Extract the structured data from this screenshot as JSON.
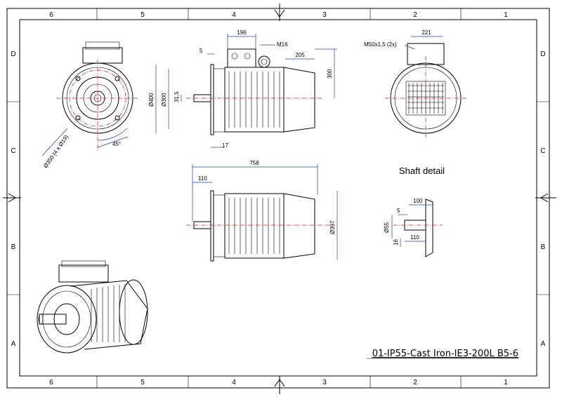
{
  "title_block": {
    "drawing_title": "01-IP55-Cast Iron-IE3-200L B5-6"
  },
  "zones": {
    "columns": [
      "6",
      "5",
      "4",
      "3",
      "2",
      "1"
    ],
    "rows": [
      "D",
      "C",
      "B",
      "A"
    ]
  },
  "views": {
    "shaft_detail_label": "Shaft detail"
  },
  "dimensions": {
    "top_196": "196",
    "m16": "M16",
    "d5": "5",
    "d205": "205",
    "d300_v": "300",
    "dia400": "Ø400",
    "dia300": "Ø300",
    "d31_5": "31,5",
    "d17": "17",
    "d221": "221",
    "m50": "M50x1,5 (2x)",
    "dia350": "Ø350 (4 x Ø19)",
    "deg45": "45°",
    "d758": "758",
    "d110_left": "110",
    "dia397": "Ø397",
    "sd_100": "100",
    "sd_5": "5",
    "sd_dia55": "Ø55",
    "sd_16": "16",
    "sd_110": "110"
  },
  "colors": {
    "dimension": "#1f3fbf",
    "centerline": "#d01818",
    "line": "#000000"
  }
}
